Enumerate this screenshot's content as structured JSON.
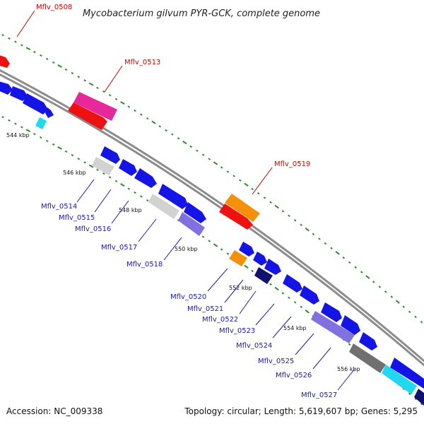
{
  "title": "Mycobacterium gilvum PYR-GCK, complete genome",
  "footer": {
    "accession": "Accession: NC_009338",
    "summary": "Topology: circular; Length: 5,619,607 bp; Genes: 5,295"
  },
  "colors": {
    "backbone": "#8c8c8c",
    "tick": "#2e8b2e",
    "blue_gene": "#1414e6",
    "red_gene": "#ee1111",
    "pink_gene": "#e6289a",
    "orange_gene": "#f5900a",
    "cyan_gene": "#20d8f0",
    "lightgray_gene": "#d2d2d2",
    "lavender_gene": "#8070e0",
    "navy_gene": "#10106e",
    "darkgray_gene": "#707070",
    "label_red": "#cc0000",
    "label_blue": "#1a1aa6"
  },
  "ticks": [
    {
      "label": "544 kbp"
    },
    {
      "label": "546 kbp"
    },
    {
      "label": "548 kbp"
    },
    {
      "label": "550 kbp"
    },
    {
      "label": "552 kbp"
    },
    {
      "label": "554 kbp"
    },
    {
      "label": "556 kbp"
    }
  ],
  "outer_labels": [
    {
      "name": "Mflv_0508"
    },
    {
      "name": "Mflv_0513"
    },
    {
      "name": "Mflv_0519"
    }
  ],
  "inner_labels": [
    {
      "name": "Mflv_0514"
    },
    {
      "name": "Mflv_0515"
    },
    {
      "name": "Mflv_0516"
    },
    {
      "name": "Mflv_0517"
    },
    {
      "name": "Mflv_0518"
    },
    {
      "name": "Mflv_0520"
    },
    {
      "name": "Mflv_0521"
    },
    {
      "name": "Mflv_0522"
    },
    {
      "name": "Mflv_0523"
    },
    {
      "name": "Mflv_0524"
    },
    {
      "name": "Mflv_0525"
    },
    {
      "name": "Mflv_0526"
    },
    {
      "name": "Mflv_0527"
    }
  ]
}
